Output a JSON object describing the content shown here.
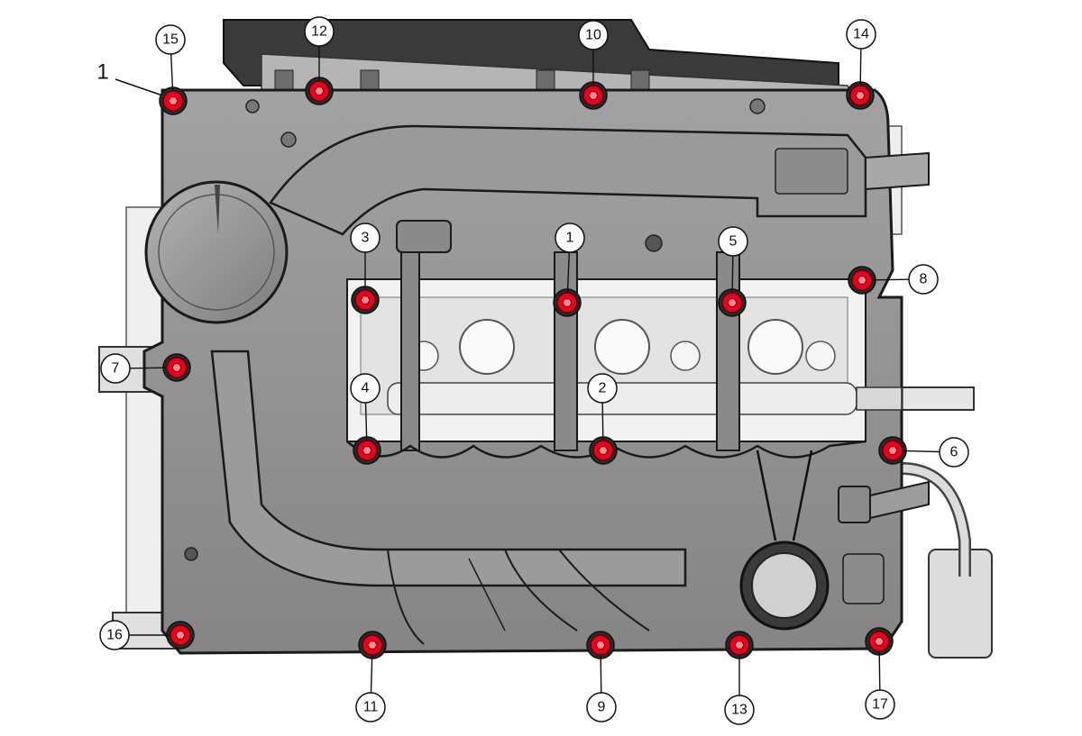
{
  "part_label": "1",
  "bolts": [
    {
      "num": "1"
    },
    {
      "num": "2"
    },
    {
      "num": "3"
    },
    {
      "num": "4"
    },
    {
      "num": "5"
    },
    {
      "num": "6"
    },
    {
      "num": "7"
    },
    {
      "num": "8"
    },
    {
      "num": "9"
    },
    {
      "num": "10"
    },
    {
      "num": "11"
    },
    {
      "num": "12"
    },
    {
      "num": "13"
    },
    {
      "num": "14"
    },
    {
      "num": "15"
    },
    {
      "num": "16"
    },
    {
      "num": "17"
    }
  ],
  "colors": {
    "bolt": "#e8001c",
    "body": "#8f8f8f",
    "body_dark": "#5c5c5c",
    "outline": "#1a1a1a",
    "engine_light": "#e6e6e6"
  }
}
